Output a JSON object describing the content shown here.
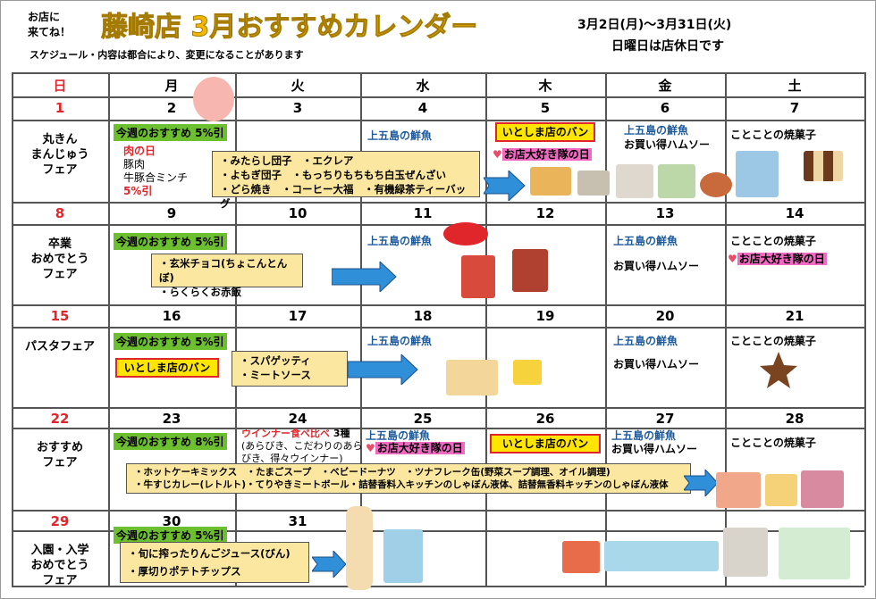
{
  "header": {
    "come_label": "お店に\n来てね！",
    "title": "藤崎店 3月おすすめカレンダー",
    "date_range": "3月2日(月)〜3月31日(火)",
    "closed_note": "日曜日は店休日です",
    "notice": "スケジュール・内容は都合により、変更になることがあります"
  },
  "weekdays": [
    "日",
    "月",
    "火",
    "水",
    "木",
    "金",
    "土"
  ],
  "weeks": [
    {
      "dates": [
        "1",
        "2",
        "3",
        "4",
        "5",
        "6",
        "7"
      ],
      "fair": "丸きん\nまんじゅう\nフェア"
    },
    {
      "dates": [
        "8",
        "9",
        "10",
        "11",
        "12",
        "13",
        "14"
      ],
      "fair": "卒業\nおめでとう\nフェア"
    },
    {
      "dates": [
        "15",
        "16",
        "17",
        "18",
        "19",
        "20",
        "21"
      ],
      "fair": "パスタフェア"
    },
    {
      "dates": [
        "22",
        "23",
        "24",
        "25",
        "26",
        "27",
        "28"
      ],
      "fair": "おすすめ\nフェア"
    },
    {
      "dates": [
        "29",
        "30",
        "31",
        "",
        "",
        "",
        ""
      ],
      "fair": "入園・入学\nおめでとう\nフェア"
    }
  ],
  "labels": {
    "weekly_5": "今週のおすすめ 5%引",
    "weekly_8": "今週のおすすめ 8%引",
    "fish": "上五島の鮮魚",
    "ham": "お買い得ハムソー",
    "sweets": "ことことの焼菓子",
    "bread": "いとしま店のバン",
    "fan_day": "お店大好き隊の日"
  },
  "w1": {
    "meat_day": "肉の日",
    "pork": "豚肉",
    "mince": "牛豚合ミンチ",
    "discount": "5%引",
    "items": [
      "・みたらし団子　・エクレア",
      "・よもぎ団子　・もっちりもちもち白玉ぜんざい",
      "・どら焼き　・コーヒー大福　・有機緑茶ティーバッグ"
    ]
  },
  "w2": {
    "items": [
      "・玄米チョコ(ちょこんとんぼ)",
      "・らくらくお赤飯"
    ]
  },
  "w3": {
    "items": [
      "・スパゲッティ",
      "・ミートソース"
    ]
  },
  "w4": {
    "wiener_title": "ウインナー食べ比べ",
    "wiener_count": " 3種",
    "wiener_desc": "(あらびき、こだわりのあら\nびき、得々ウインナー)",
    "items": [
      "・ホットケーキミックス　・たまごスープ　・ベビードーナツ　・ツナフレーク缶(野菜スープ調理、オイル調理)",
      "・牛すじカレー(レトルト)・てりやきミートボール・詰替香料入キッチンのしゃぼん液体、詰替無香料キッチンのしゃぼん液体"
    ]
  },
  "w5": {
    "items": [
      "・旬に搾ったりんごジュース(びん)",
      "・厚切りポテトチップス"
    ]
  },
  "colors": {
    "title": "#f5b800",
    "sunday": "#e0262b",
    "green": "#6cbf2e",
    "fish": "#1c5a9c",
    "note": "#fbe7a0",
    "arrow": "#2f8fd8"
  }
}
